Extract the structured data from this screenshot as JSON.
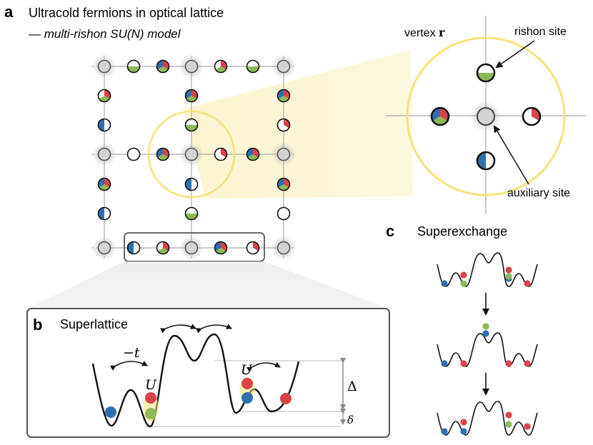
{
  "panel_a": {
    "letter": "a",
    "title": "Ultracold fermions in optical lattice",
    "subtitle": "— multi-rishon SU(N) model",
    "vertex_label": "vertex",
    "vertex_symbol": "r",
    "rishon_label": "rishon site",
    "auxiliary_label": "auxiliary site"
  },
  "panel_b": {
    "letter": "b",
    "title": "Superlattice",
    "tunneling": "−t",
    "interaction": "U",
    "interaction2": "U",
    "offset_large": "Δ",
    "offset_small": "δ"
  },
  "panel_c": {
    "letter": "c",
    "title": "Superexchange"
  },
  "colors": {
    "red": "#d9434b",
    "green": "#8fb85a",
    "blue": "#2f6fb0",
    "gray_site": "#d3d3d3",
    "yellow": "#f5e27a",
    "frame": "#555555"
  }
}
